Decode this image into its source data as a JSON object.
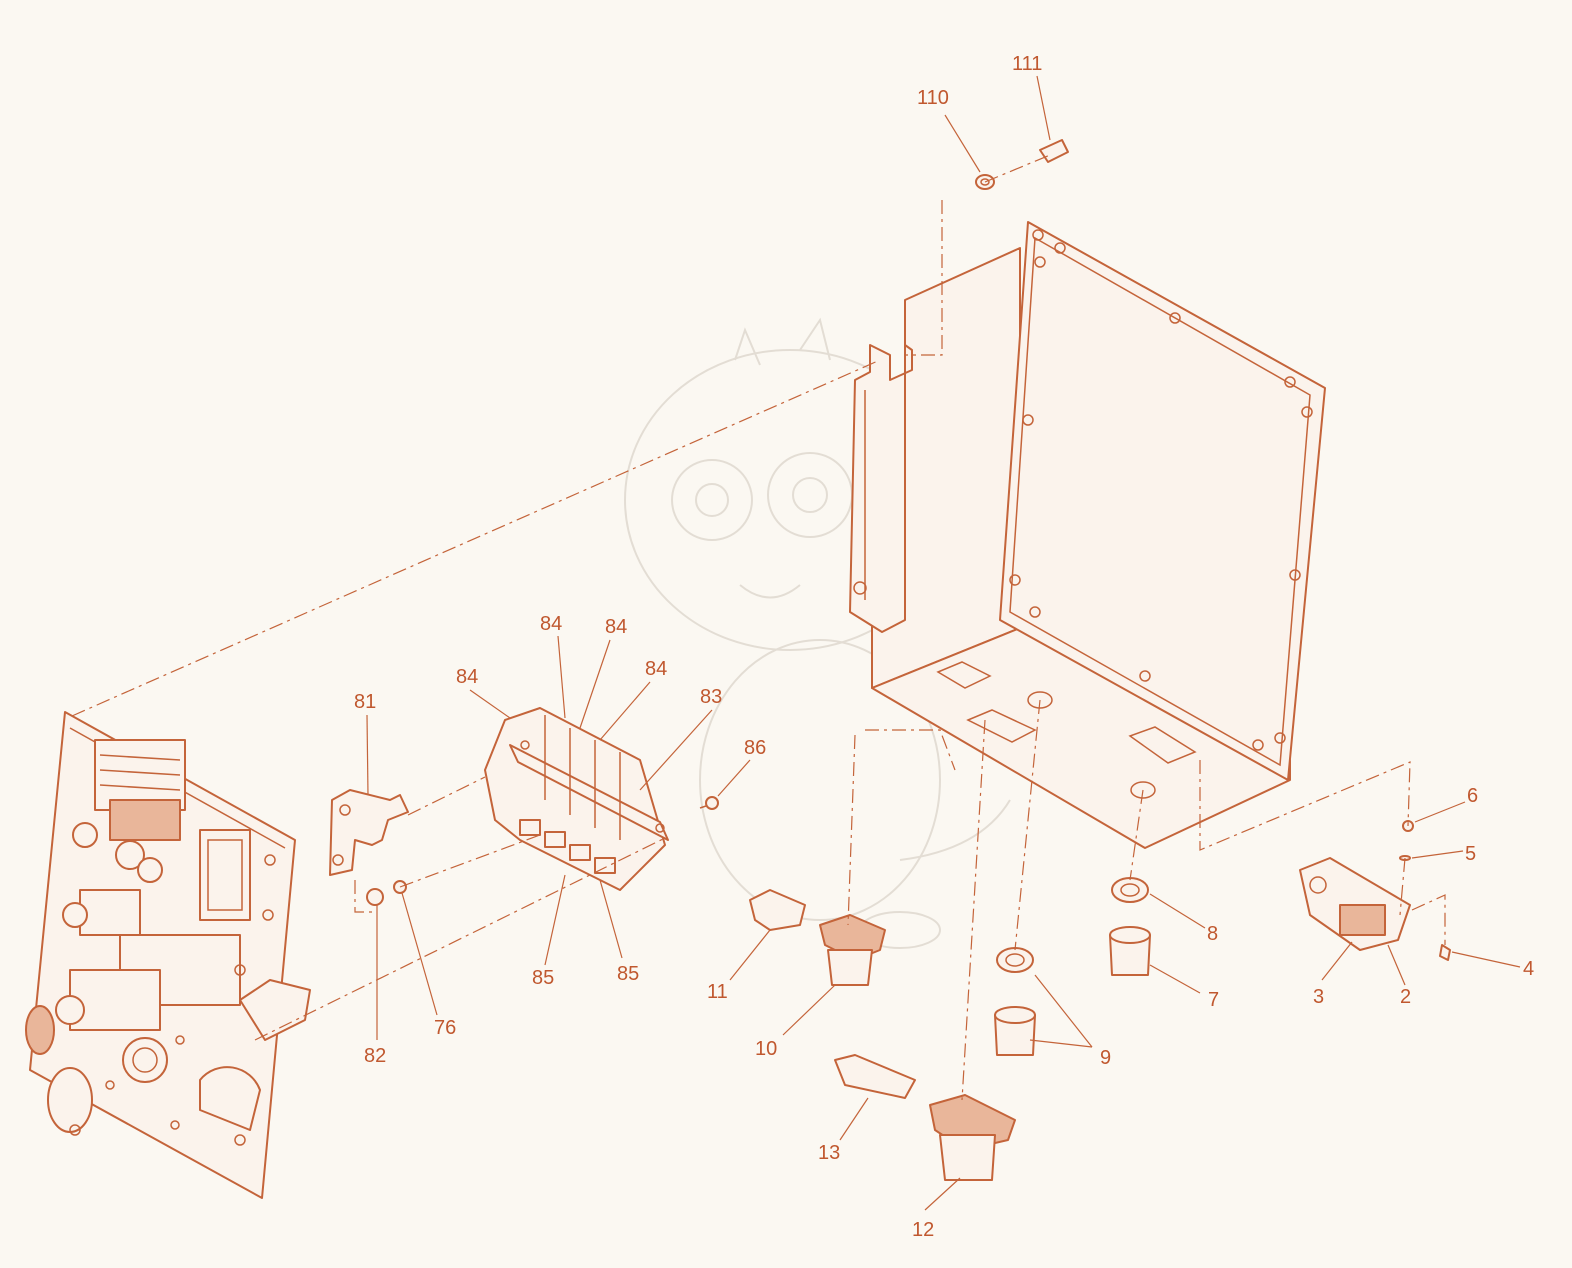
{
  "colors": {
    "accent": "#c4643a",
    "label": "#c0582f",
    "background": "#fbf8f2"
  },
  "callouts": [
    {
      "id": "c111",
      "text": "111"
    },
    {
      "id": "c110",
      "text": "110"
    },
    {
      "id": "c84a",
      "text": "84"
    },
    {
      "id": "c84b",
      "text": "84"
    },
    {
      "id": "c84c",
      "text": "84"
    },
    {
      "id": "c84d",
      "text": "84"
    },
    {
      "id": "c81",
      "text": "81"
    },
    {
      "id": "c83",
      "text": "83"
    },
    {
      "id": "c86",
      "text": "86"
    },
    {
      "id": "c6",
      "text": "6"
    },
    {
      "id": "c5",
      "text": "5"
    },
    {
      "id": "c8",
      "text": "8"
    },
    {
      "id": "c4",
      "text": "4"
    },
    {
      "id": "c7",
      "text": "7"
    },
    {
      "id": "c3",
      "text": "3"
    },
    {
      "id": "c2",
      "text": "2"
    },
    {
      "id": "c85a",
      "text": "85"
    },
    {
      "id": "c85b",
      "text": "85"
    },
    {
      "id": "c11",
      "text": "11"
    },
    {
      "id": "c76",
      "text": "76"
    },
    {
      "id": "c82",
      "text": "82"
    },
    {
      "id": "c10",
      "text": "10"
    },
    {
      "id": "c9",
      "text": "9"
    },
    {
      "id": "c13",
      "text": "13"
    },
    {
      "id": "c12",
      "text": "12"
    }
  ]
}
